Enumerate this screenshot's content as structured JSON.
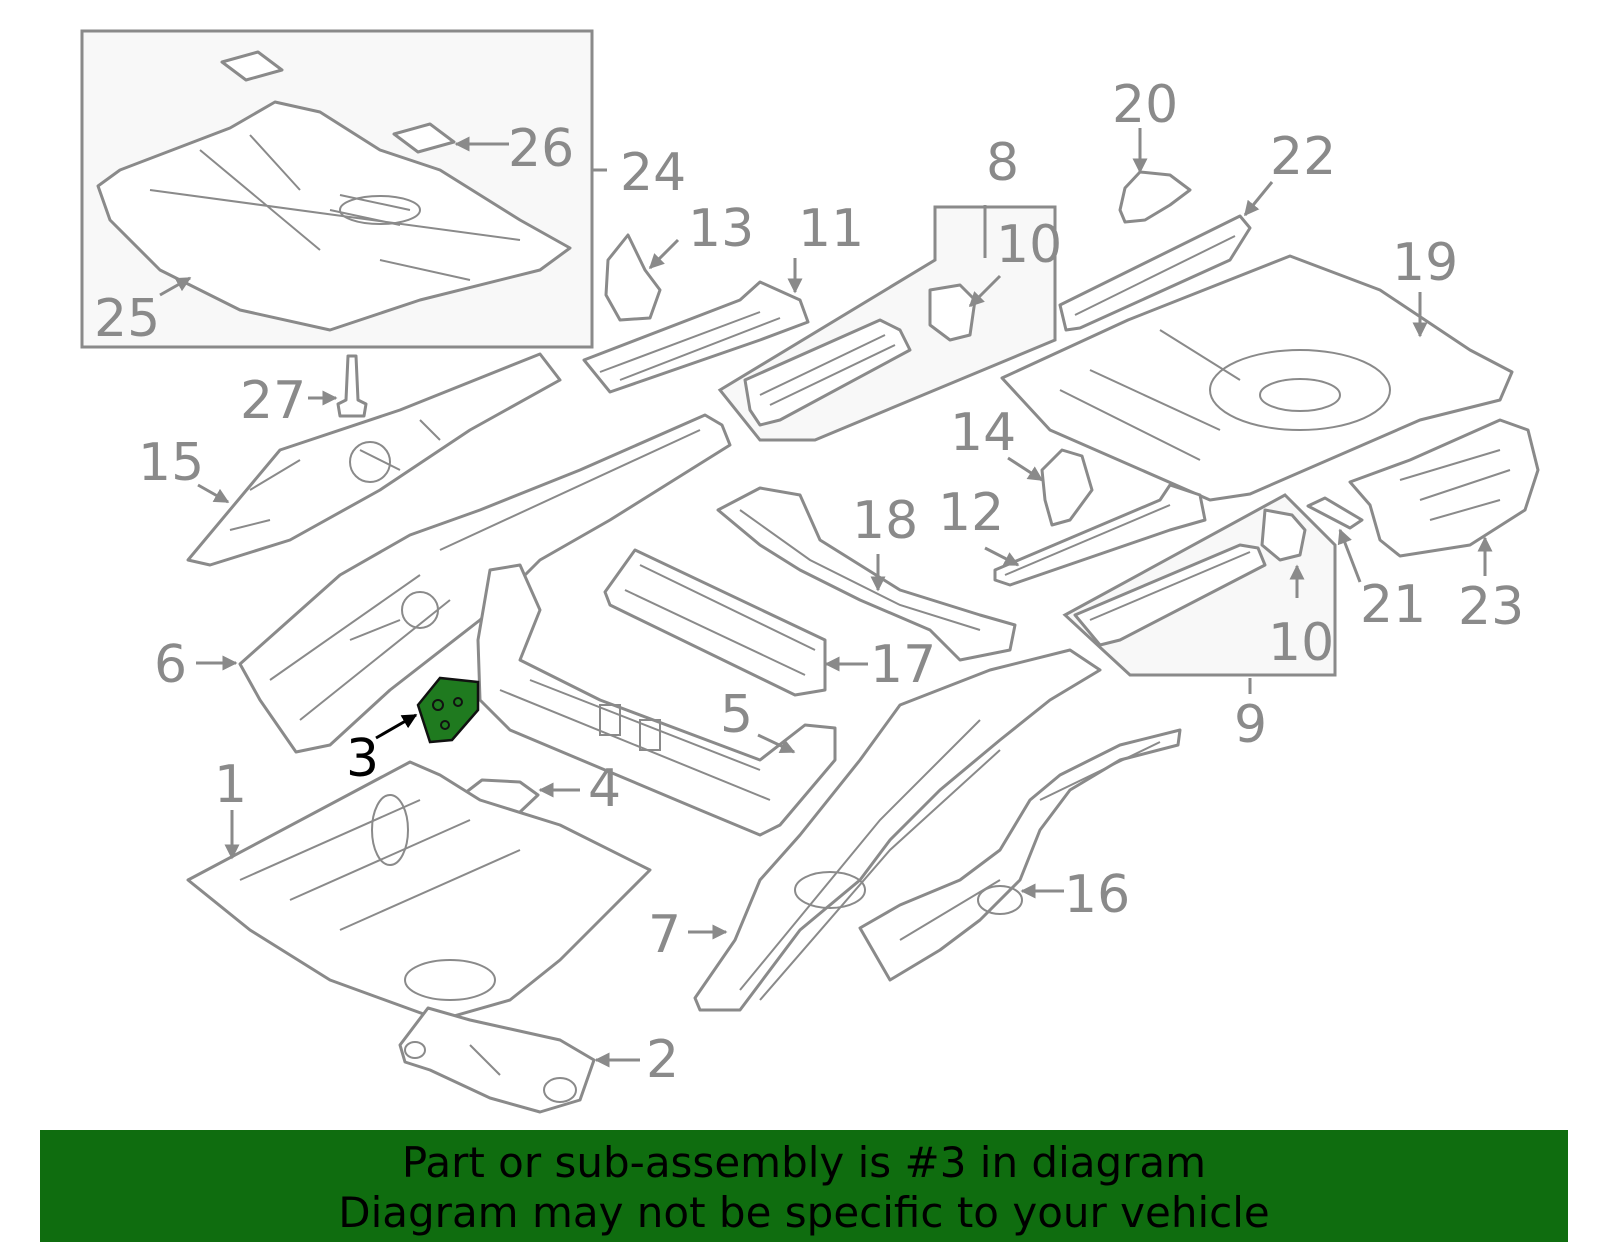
{
  "diagram": {
    "highlighted_part": "3",
    "colors": {
      "part_stroke": "#8a8a8a",
      "highlight_fill": "#1f7a1f",
      "banner_background": "#0f6d0f"
    },
    "callouts": {
      "c1": "1",
      "c2": "2",
      "c3": "3",
      "c4": "4",
      "c5": "5",
      "c6": "6",
      "c7": "7",
      "c8": "8",
      "c9": "9",
      "c10a": "10",
      "c10b": "10",
      "c11": "11",
      "c12": "12",
      "c13": "13",
      "c14": "14",
      "c15": "15",
      "c16": "16",
      "c17": "17",
      "c18": "18",
      "c19": "19",
      "c20": "20",
      "c21": "21",
      "c22": "22",
      "c23": "23",
      "c24": "24",
      "c25": "25",
      "c26": "26",
      "c27": "27"
    }
  },
  "banner": {
    "line1": "Part or sub-assembly is #3 in diagram",
    "line2": "Diagram may not be specific to your vehicle"
  }
}
